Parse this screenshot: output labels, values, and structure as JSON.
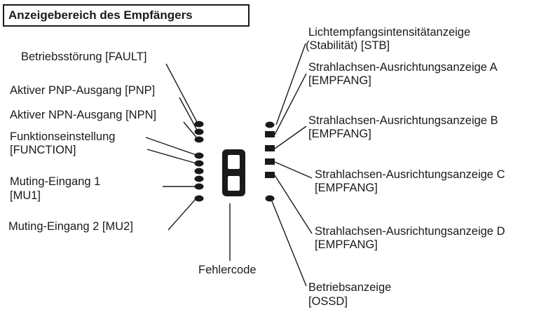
{
  "title": "Anzeigebereich des Empfängers",
  "left_labels": {
    "fault": "Betriebsstörung [FAULT]",
    "pnp": "Aktiver PNP-Ausgang [PNP]",
    "npn": "Aktiver NPN-Ausgang [NPN]",
    "function_l1": "Funktionseinstellung",
    "function_l2": "[FUNCTION]",
    "mu1_l1": "Muting-Eingang 1",
    "mu1_l2": "[MU1]",
    "mu2": "Muting-Eingang 2 [MU2]"
  },
  "center_labels": {
    "error_code": "Fehlercode"
  },
  "right_labels": {
    "stb_l1": "Lichtempfangsintensitätanzeige",
    "stb_l2": "(Stabilität) [STB]",
    "a_l1": "Strahlachsen-Ausrichtungsanzeige A",
    "a_l2": "[EMPFANG]",
    "b_l1": "Strahlachsen-Ausrichtungsanzeige B",
    "b_l2": "[EMPFANG]",
    "c_l1": "Strahlachsen-Ausrichtungsanzeige C",
    "c_l2": "[EMPFANG]",
    "d_l1": "Strahlachsen-Ausrichtungsanzeige D",
    "d_l2": "[EMPFANG]",
    "ossd_l1": "Betriebsanzeige",
    "ossd_l2": "[OSSD]"
  }
}
